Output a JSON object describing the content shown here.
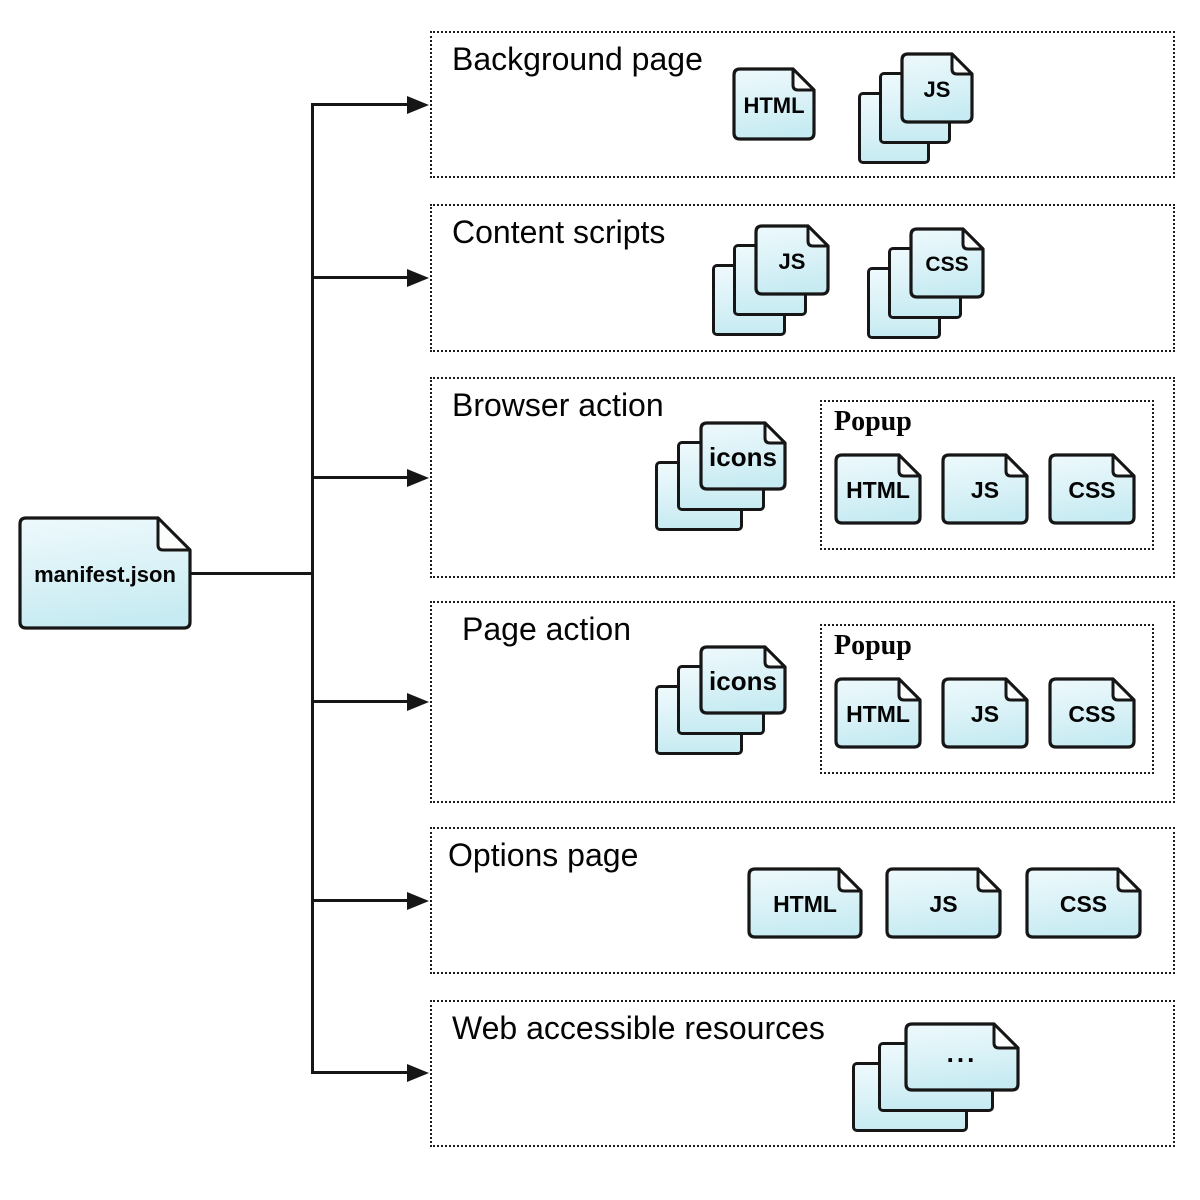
{
  "diagram": {
    "manifest": {
      "label": "manifest.json"
    },
    "sections": [
      {
        "label": "Background page",
        "files": [
          {
            "icon": "html-file",
            "label": "HTML"
          },
          {
            "icon": "js-file-stack",
            "label": "JS"
          }
        ]
      },
      {
        "label": "Content scripts",
        "files": [
          {
            "icon": "js-file-stack",
            "label": "JS"
          },
          {
            "icon": "css-file-stack",
            "label": "CSS"
          }
        ]
      },
      {
        "label": "Browser action",
        "files": [
          {
            "icon": "icons-file-stack",
            "label": "icons"
          }
        ],
        "popup": {
          "label": "Popup",
          "files": [
            {
              "icon": "html-file",
              "label": "HTML"
            },
            {
              "icon": "js-file",
              "label": "JS"
            },
            {
              "icon": "css-file",
              "label": "CSS"
            }
          ]
        }
      },
      {
        "label": "Page action",
        "files": [
          {
            "icon": "icons-file-stack",
            "label": "icons"
          }
        ],
        "popup": {
          "label": "Popup",
          "files": [
            {
              "icon": "html-file",
              "label": "HTML"
            },
            {
              "icon": "js-file",
              "label": "JS"
            },
            {
              "icon": "css-file",
              "label": "CSS"
            }
          ]
        }
      },
      {
        "label": "Options page",
        "files": [
          {
            "icon": "html-file",
            "label": "HTML"
          },
          {
            "icon": "js-file",
            "label": "JS"
          },
          {
            "icon": "css-file",
            "label": "CSS"
          }
        ]
      },
      {
        "label": "Web accessible resources",
        "files": [
          {
            "icon": "generic-file-stack",
            "label": "..."
          }
        ]
      }
    ],
    "colors": {
      "file_fill_top": "#eef9fc",
      "file_fill_bottom": "#c7ebf2",
      "stroke": "#161616",
      "background": "#ffffff"
    }
  }
}
